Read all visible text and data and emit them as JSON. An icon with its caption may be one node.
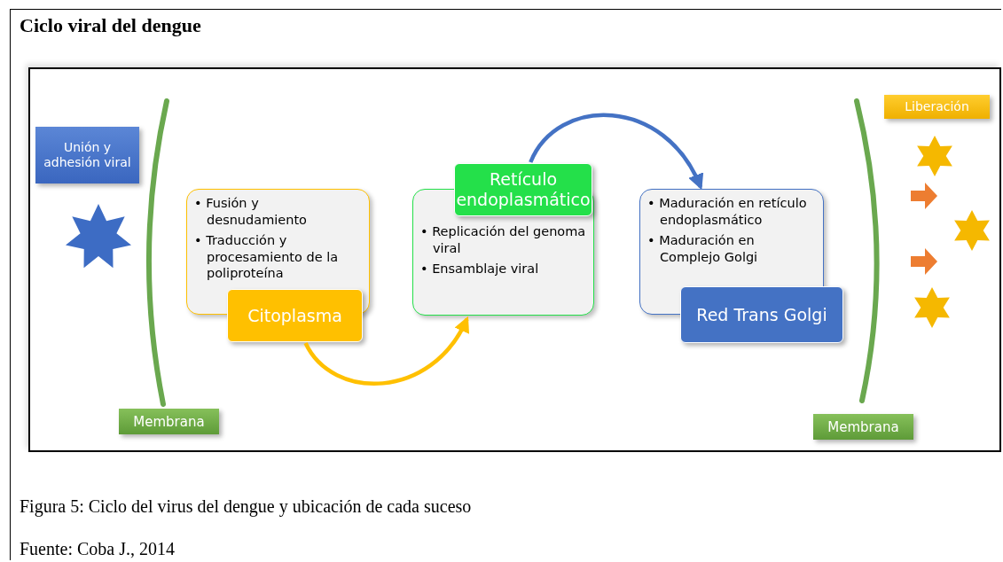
{
  "diagram": {
    "title": "Ciclo viral del dengue",
    "caption": "Figura 5: Ciclo del virus del dengue y ubicación de cada suceso",
    "nodes": [
      {
        "text": [
          "Unión y adhesión viral"
        ]
      },
      {
        "text": [
          "Membrana"
        ]
      },
      {
        "text": [
          "• Fusión y desnudamiento",
          "• Traducción y procesamiento de la poliproteína",
          "Citoplasma"
        ]
      },
      {
        "text": [
          "Retículo endoplasmático",
          "• Replicación del genoma viral",
          "• Ensamblaje viral"
        ]
      },
      {
        "text": [
          "• Maduración en retículo endoplasmático",
          "• Maduración en Complejo Golgi",
          "Red Trans Golgi"
        ]
      },
      {
        "text": [
          "Liberación"
        ]
      },
      {
        "text": [
          "Membrana"
        ]
      }
    ],
    "edges": [
      {
        "from": 2,
        "to": 3,
        "arrow": "to",
        "color": "#ffc000"
      },
      {
        "from": 3,
        "to": 4,
        "arrow": "to",
        "color": "#4472c4"
      }
    ],
    "labels": [
      "Fuente: Coba J., 2014"
    ]
  }
}
